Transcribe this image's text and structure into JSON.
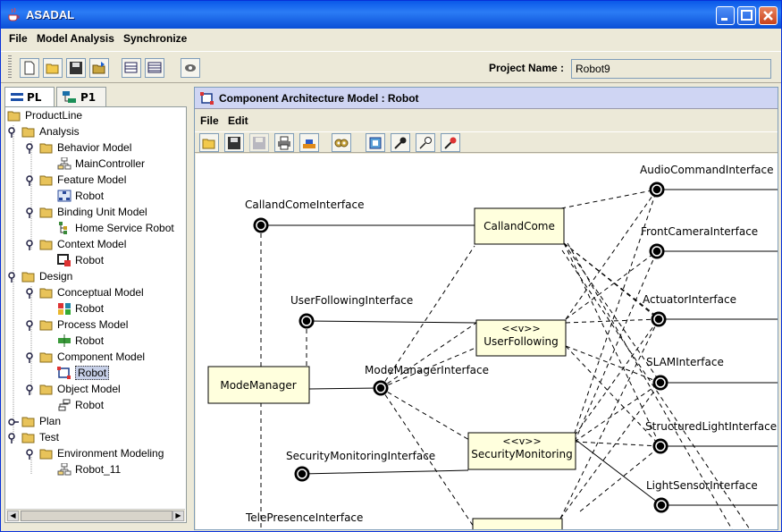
{
  "window": {
    "title": "ASADAL"
  },
  "menubar": [
    "File",
    "Model Analysis",
    "Synchronize"
  ],
  "project": {
    "label": "Project Name :",
    "value": "Robot9"
  },
  "left_tabs": [
    "PL",
    "P1"
  ],
  "tree": {
    "root": "ProductLine",
    "analysis": "Analysis",
    "behavior_model": "Behavior Model",
    "main_controller": "MainController",
    "feature_model": "Feature Model",
    "feature_robot": "Robot",
    "binding_unit_model": "Binding Unit Model",
    "home_service_robot": "Home Service Robot",
    "context_model": "Context Model",
    "context_robot": "Robot",
    "design": "Design",
    "conceptual_model": "Conceptual Model",
    "conceptual_robot": "Robot",
    "process_model": "Process Model",
    "process_robot": "Robot",
    "component_model": "Component Model",
    "component_robot": "Robot",
    "object_model": "Object Model",
    "object_robot": "Robot",
    "plan": "Plan",
    "test": "Test",
    "environment_modeling": "Environment Modeling",
    "robot_11": "Robot_11"
  },
  "editor": {
    "title": "Component Architecture Model : Robot",
    "menu": [
      "File",
      "Edit"
    ]
  },
  "diagram": {
    "components": {
      "calland_come": "CallandCome",
      "user_following_stereotype": "<<v>>",
      "user_following": "UserFollowing",
      "mode_manager": "ModeManager",
      "security_monitoring_stereotype": "<<v>>",
      "security_monitoring": "SecurityMonitoring"
    },
    "interfaces": {
      "calland_come_if": "CallandComeInterface",
      "user_following_if": "UserFollowingInterface",
      "mode_manager_if": "ModeManagerInterface",
      "security_monitoring_if": "SecurityMonitoringInterface",
      "tele_presence_if": "TelePresenceInterface",
      "audio_command_if": "AudioCommandInterface",
      "front_camera_if": "FrontCameraInterface",
      "actuator_if": "ActuatorInterface",
      "slam_if": "SLAMInterface",
      "structured_light_if": "StructuredLightInterface",
      "light_sensor_if": "LightSensorInterface"
    }
  }
}
